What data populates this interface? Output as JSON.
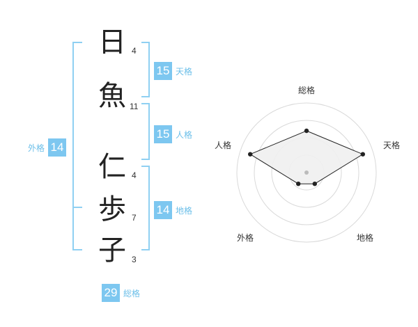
{
  "name": {
    "characters": [
      {
        "char": "日",
        "strokes": "4"
      },
      {
        "char": "魚",
        "strokes": "11"
      },
      {
        "char": "仁",
        "strokes": "4"
      },
      {
        "char": "歩",
        "strokes": "7"
      },
      {
        "char": "子",
        "strokes": "3"
      }
    ]
  },
  "fortune": {
    "tenkaku": {
      "value": "15",
      "label": "天格"
    },
    "jinkaku": {
      "value": "15",
      "label": "人格"
    },
    "chikaku": {
      "value": "14",
      "label": "地格"
    },
    "gaikaku": {
      "value": "14",
      "label": "外格"
    },
    "soukaku": {
      "value": "29",
      "label": "総格"
    }
  },
  "radar": {
    "axes": [
      "総格",
      "天格",
      "地格",
      "外格",
      "人格"
    ],
    "levels": [
      0.6,
      0.85,
      0.2,
      0.2,
      0.85
    ],
    "rings": 4,
    "colors": {
      "ring": "#d9d9d9",
      "fill": "#f0f0f0",
      "line": "#222222",
      "point": "#222222",
      "center": "#bbbbbb"
    }
  },
  "colors": {
    "accent": "#7dc7f0",
    "bracket": "#8fd0f2",
    "label": "#6cbfe9"
  }
}
